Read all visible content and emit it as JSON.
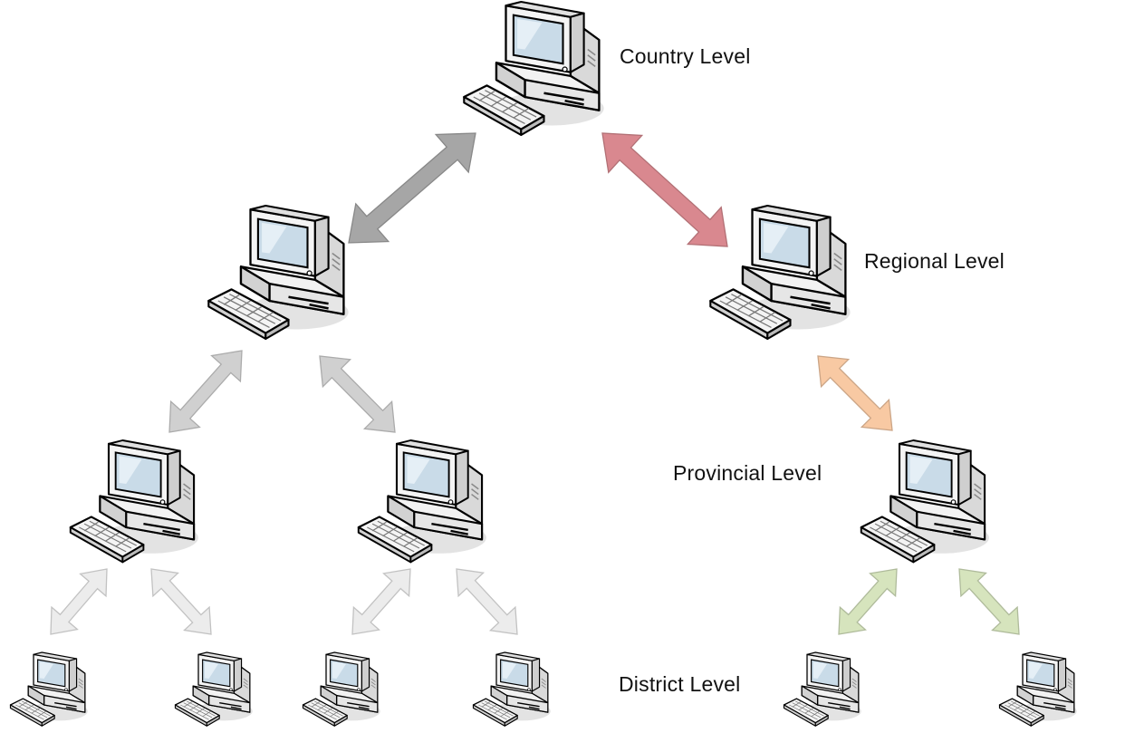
{
  "labels": {
    "country": "Country Level",
    "regional": "Regional Level",
    "provincial": "Provincial Level",
    "district": "District Level"
  },
  "hierarchy": {
    "nodes": [
      {
        "id": "country",
        "level": "country"
      },
      {
        "id": "region-left",
        "level": "regional"
      },
      {
        "id": "region-right",
        "level": "regional"
      },
      {
        "id": "province-1",
        "level": "provincial"
      },
      {
        "id": "province-2",
        "level": "provincial"
      },
      {
        "id": "province-3",
        "level": "provincial"
      },
      {
        "id": "district-1",
        "level": "district"
      },
      {
        "id": "district-2",
        "level": "district"
      },
      {
        "id": "district-3",
        "level": "district"
      },
      {
        "id": "district-4",
        "level": "district"
      },
      {
        "id": "district-5",
        "level": "district"
      },
      {
        "id": "district-6",
        "level": "district"
      }
    ],
    "links": [
      {
        "from": "country",
        "to": "region-left",
        "color": "#a6a6a6"
      },
      {
        "from": "country",
        "to": "region-right",
        "color": "#d9888f"
      },
      {
        "from": "region-left",
        "to": "province-1",
        "color": "#d0d0d0"
      },
      {
        "from": "region-left",
        "to": "province-2",
        "color": "#d0d0d0"
      },
      {
        "from": "region-right",
        "to": "province-3",
        "color": "#f8c9a3"
      },
      {
        "from": "province-1",
        "to": "district-1",
        "color": "#ececec"
      },
      {
        "from": "province-1",
        "to": "district-2",
        "color": "#ececec"
      },
      {
        "from": "province-2",
        "to": "district-3",
        "color": "#ececec"
      },
      {
        "from": "province-2",
        "to": "district-4",
        "color": "#ececec"
      },
      {
        "from": "province-3",
        "to": "district-5",
        "color": "#d6e4bd"
      },
      {
        "from": "province-3",
        "to": "district-6",
        "color": "#d6e4bd"
      }
    ]
  }
}
